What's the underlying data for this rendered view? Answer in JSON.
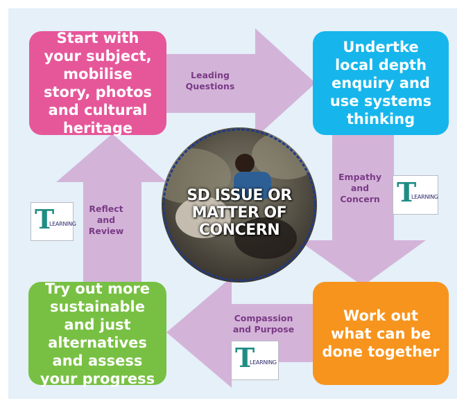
{
  "boxes": {
    "start": "Start with your subject, mobilise story, photos and cultural heritage",
    "enquiry": "Undertke local depth enquiry and use systems thinking",
    "work_out": "Work out what can be done together",
    "try_out": "Try out more sustainable and just alternatives and assess your progress"
  },
  "arrows": {
    "leading": "Leading Questions",
    "empathy": "Empathy and Concern",
    "compassion": "Compassion and Purpose",
    "reflect": "Reflect and Review"
  },
  "center": {
    "text": "SD ISSUE OR MATTER OF CONCERN"
  },
  "logo": {
    "letter": "T",
    "word": "LEARNING"
  },
  "colors": {
    "panel": "#e5f0f9",
    "arrow": "#d3b4d8",
    "box_start": "#e6579a",
    "box_enquiry": "#16b6ec",
    "box_work_out": "#f7941e",
    "box_try_out": "#78c043",
    "label_text": "#7a3a86"
  }
}
